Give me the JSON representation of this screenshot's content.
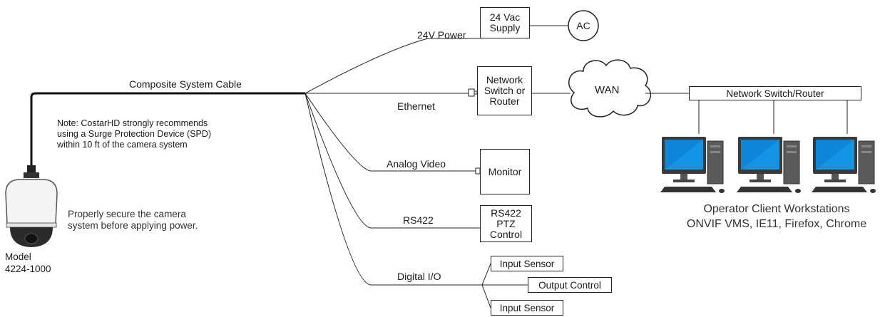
{
  "cable": {
    "label": "Composite System Cable"
  },
  "power": {
    "line_label": "24V Power",
    "supply_line1": "24 Vac",
    "supply_line2": "Supply",
    "ac_label": "AC"
  },
  "ethernet": {
    "line_label": "Ethernet",
    "switch_line1": "Network",
    "switch_line2": "Switch or",
    "switch_line3": "Router"
  },
  "wan": {
    "label": "WAN"
  },
  "client_switch": {
    "label": "Network Switch/Router"
  },
  "video": {
    "line_label": "Analog Video",
    "monitor_label": "Monitor"
  },
  "rs422": {
    "line_label": "RS422",
    "ptz_line1": "RS422 PTZ",
    "ptz_line2": "Control"
  },
  "digital_io": {
    "line_label": "Digital I/O",
    "input_sensor_top": "Input Sensor",
    "output_control": "Output Control",
    "input_sensor_bottom": "Input Sensor"
  },
  "note": {
    "line1": "Note: CostarHD strongly recommends",
    "line2": "using a Surge Protection Device (SPD)",
    "line3": "within 10 ft of the camera system"
  },
  "camera": {
    "secure_line1": "Properly secure the camera",
    "secure_line2": "system before applying power.",
    "model_line1": "Model",
    "model_line2": "4224-1000"
  },
  "workstations": {
    "caption_line1": "Operator Client Workstations",
    "caption_line2": "ONVIF VMS, IE11, Firefox, Chrome"
  }
}
